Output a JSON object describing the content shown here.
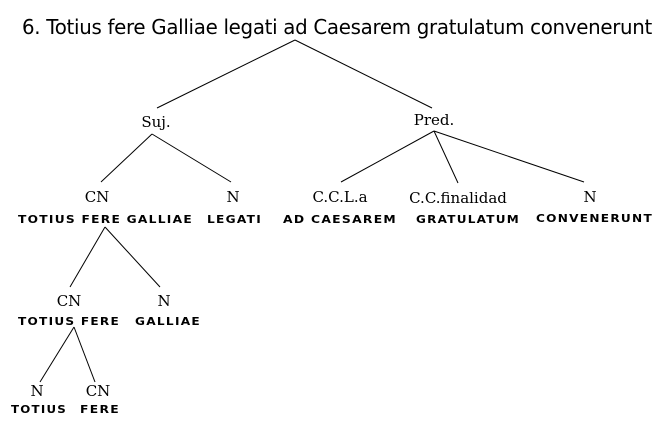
{
  "title": "6. Totius fere Galliae legati ad Caesarem gratulatum convenerunt",
  "nodes": {
    "suj": {
      "label": "Suj."
    },
    "pred": {
      "label": "Pred."
    },
    "cn1": {
      "label": "CN",
      "phrase": "TOTIUS FERE GALLIAE"
    },
    "n_legati": {
      "label": "N",
      "phrase": "LEGATI"
    },
    "ccla": {
      "label": "C.C.L.a",
      "phrase": "AD CAESAREM"
    },
    "ccfin": {
      "label": "C.C.finalidad",
      "phrase": "GRATULATUM"
    },
    "n_conv": {
      "label": "N",
      "phrase": "CONVENERUNT"
    },
    "cn2": {
      "label": "CN",
      "phrase": "TOTIUS FERE"
    },
    "n_galliae": {
      "label": "N",
      "phrase": "GALLIAE"
    },
    "n_totius": {
      "label": "N",
      "phrase": "TOTIUS"
    },
    "cn_fere": {
      "label": "CN",
      "phrase": "FERE"
    }
  }
}
